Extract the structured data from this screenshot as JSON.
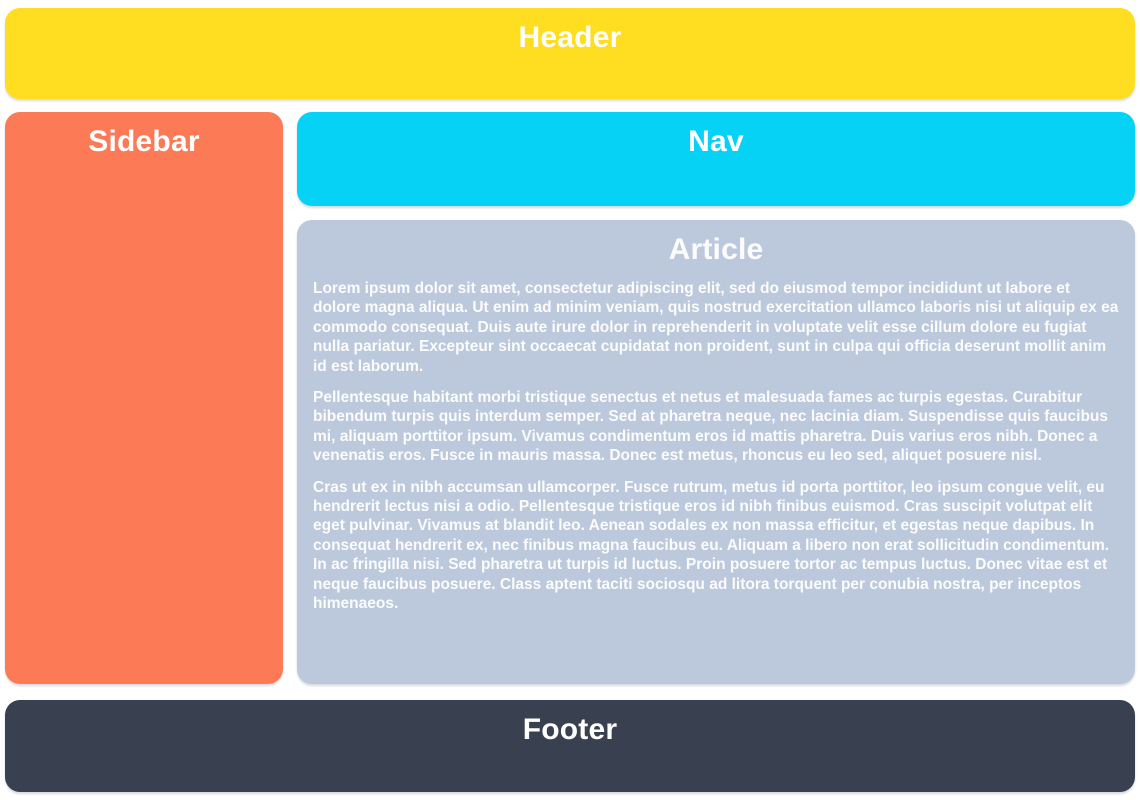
{
  "header": {
    "title": "Header"
  },
  "sidebar": {
    "title": "Sidebar"
  },
  "nav": {
    "title": "Nav"
  },
  "article": {
    "title": "Article",
    "paragraphs": [
      "Lorem ipsum dolor sit amet, consectetur adipiscing elit, sed do eiusmod tempor incididunt ut labore et dolore magna aliqua. Ut enim ad minim veniam, quis nostrud exercitation ullamco laboris nisi ut aliquip ex ea commodo consequat. Duis aute irure dolor in reprehenderit in voluptate velit esse cillum dolore eu fugiat nulla pariatur. Excepteur sint occaecat cupidatat non proident, sunt in culpa qui officia deserunt mollit anim id est laborum.",
      "Pellentesque habitant morbi tristique senectus et netus et malesuada fames ac turpis egestas. Curabitur bibendum turpis quis interdum semper. Sed at pharetra neque, nec lacinia diam. Suspendisse quis faucibus mi, aliquam porttitor ipsum. Vivamus condimentum eros id mattis pharetra. Duis varius eros nibh. Donec a venenatis eros. Fusce in mauris massa. Donec est metus, rhoncus eu leo sed, aliquet posuere nisl.",
      "Cras ut ex in nibh accumsan ullamcorper. Fusce rutrum, metus id porta porttitor, leo ipsum congue velit, eu hendrerit lectus nisi a odio. Pellentesque tristique eros id nibh finibus euismod. Cras suscipit volutpat elit eget pulvinar. Vivamus at blandit leo. Aenean sodales ex non massa efficitur, et egestas neque dapibus. In consequat hendrerit ex, nec finibus magna faucibus eu. Aliquam a libero non erat sollicitudin condimentum. In ac fringilla nisi. Sed pharetra ut turpis id luctus. Proin posuere tortor ac tempus luctus. Donec vitae est et neque faucibus posuere. Class aptent taciti sociosqu ad litora torquent per conubia nostra, per inceptos himenaeos."
    ]
  },
  "footer": {
    "title": "Footer"
  },
  "colors": {
    "header_bg": "#FFDE22",
    "sidebar_bg": "#FC7A55",
    "nav_bg": "#06D2F6",
    "article_bg": "#BCC9DC",
    "footer_bg": "#394150",
    "text": "#FFFFFF"
  }
}
